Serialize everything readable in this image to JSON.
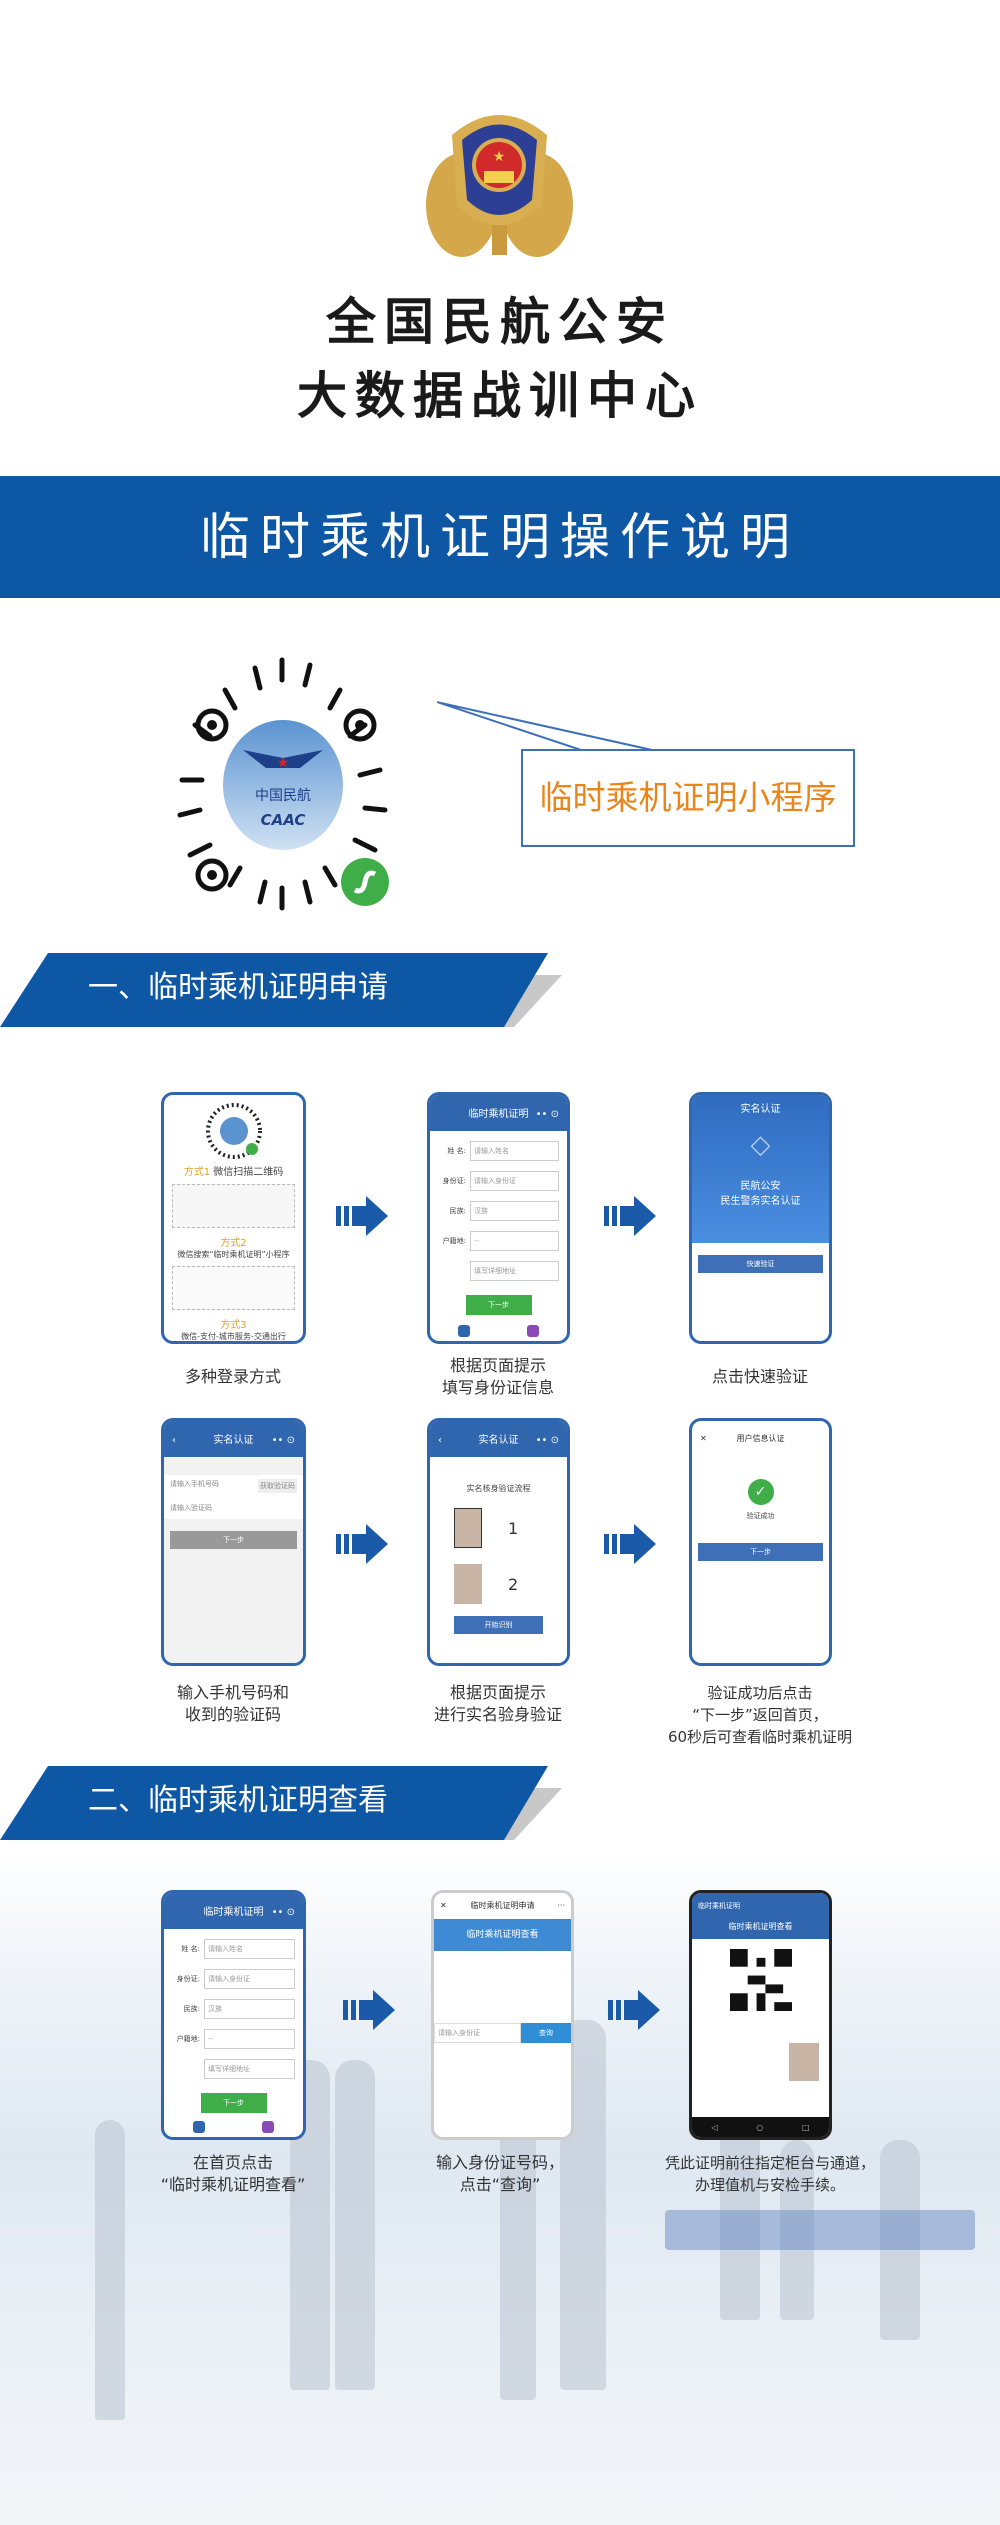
{
  "header": {
    "org_line1": "全国民航公安",
    "org_line2": "大数据战训中心",
    "banner_title": "临时乘机证明操作说明"
  },
  "qr_section": {
    "logo_text_cn": "中国民航",
    "logo_text_en": "CAAC",
    "callout": "临时乘机证明小程序"
  },
  "section1": {
    "title": "一、临时乘机证明申请",
    "steps": [
      {
        "caption_lines": [
          "多种登录方式"
        ],
        "method1_tag": "方式1",
        "method1": "微信扫描二维码",
        "method2_tag": "方式2",
        "method2": "微信搜索“临时乘机证明”小程序",
        "method3_tag": "方式3",
        "method3": "微信-支付-城市服务-交通出行"
      },
      {
        "caption_lines": [
          "根据页面提示",
          "填写身份证信息"
        ],
        "screen_title": "临时乘机证明",
        "fields": [
          {
            "label": "姓 名:",
            "value": "请输入姓名"
          },
          {
            "label": "身份证:",
            "value": "请输入身份证"
          },
          {
            "label": "民族:",
            "value": "汉族"
          },
          {
            "label": "户籍地:",
            "value": "--"
          },
          {
            "label": "",
            "value": "填写详细地址"
          }
        ],
        "button": "下一步"
      },
      {
        "caption_lines": [
          "点击快速验证"
        ],
        "screen_title": "实名认证",
        "hero_line1": "民航公安",
        "hero_line2": "民生警务实名认证",
        "button": "快速验证"
      },
      {
        "caption_lines": [
          "输入手机号码和",
          "收到的验证码"
        ],
        "screen_title": "实名认证",
        "phone_placeholder": "请输入手机号码",
        "code_button": "获取验证码",
        "code_placeholder": "请输入验证码",
        "button": "下一步"
      },
      {
        "caption_lines": [
          "根据页面提示",
          "进行实名验身验证"
        ],
        "screen_title": "实名认证",
        "flow_title": "实名核身验证流程",
        "step_numbers": [
          "1",
          "2"
        ],
        "button": "开始识别"
      },
      {
        "caption_lines": [
          "验证成功后点击",
          "“下一步”返回首页，",
          "60秒后可查看临时乘机证明"
        ],
        "screen_title": "用户信息认证",
        "status": "验证成功",
        "button": "下一步"
      }
    ]
  },
  "section2": {
    "title": "二、临时乘机证明查看",
    "steps": [
      {
        "caption_lines": [
          "在首页点击",
          "“临时乘机证明查看”"
        ],
        "screen_title": "临时乘机证明",
        "fields": [
          {
            "label": "姓 名:",
            "value": "请输入姓名"
          },
          {
            "label": "身份证:",
            "value": "请输入身份证"
          },
          {
            "label": "民族:",
            "value": "汉族"
          },
          {
            "label": "户籍地:",
            "value": "--"
          },
          {
            "label": "",
            "value": "填写详细地址"
          }
        ],
        "button": "下一步"
      },
      {
        "caption_lines": [
          "输入身份证号码，",
          "点击“查询”"
        ],
        "screen_title": "临时乘机证明申请",
        "subheader": "临时乘机证明查看",
        "input_placeholder": "请输入身份证",
        "button": "查询"
      },
      {
        "caption_lines": [
          "凭此证明前往指定柜台与通道，",
          "办理值机与安检手续。"
        ],
        "app_title": "临时乘机证明",
        "subheader": "临时乘机证明查看"
      }
    ]
  },
  "colors": {
    "brand_blue": "#0d57a5",
    "callout_orange": "#e8861c",
    "button_green": "#3fae49"
  }
}
